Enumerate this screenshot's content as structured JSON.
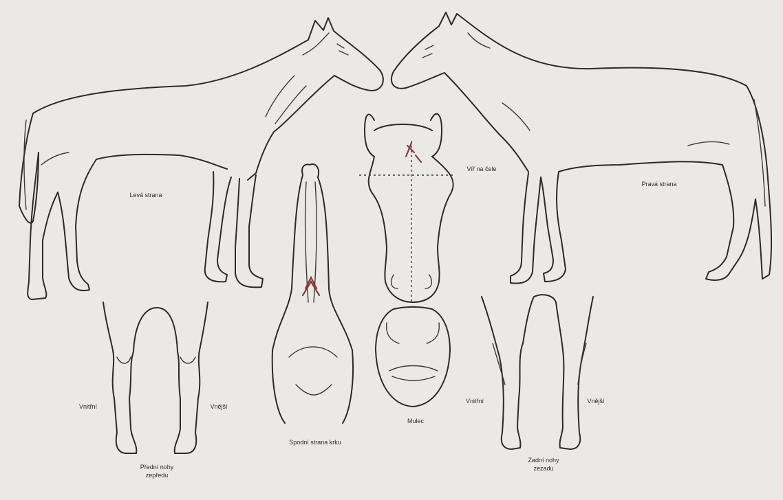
{
  "figure": {
    "labels": {
      "left_side": "Levá strana",
      "right_side": "Pravá strana",
      "forehead_whorl": "Víř na čele",
      "muzzle": "Mulec",
      "neck_underside": "Spodní strana krku",
      "front_legs_inner": "Vnitřní",
      "front_legs_outer": "Vnější",
      "front_legs_view": "Přední nohy zepředu",
      "hind_legs_inner": "Vnitřní",
      "hind_legs_outer": "Vnější",
      "hind_legs_view": "Zadní nohy zezadu"
    },
    "marking_color": "#8a3a3a",
    "line_color": "#2a2a2a",
    "paper_color": "#ebe9e5"
  }
}
